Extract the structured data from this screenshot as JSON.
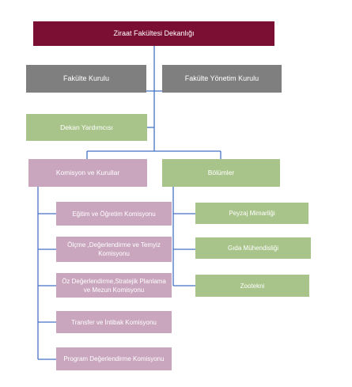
{
  "chart": {
    "dean": "Ziraat Fakültesi Dekanlığı",
    "faculty_board": "Fakülte Kurulu",
    "executive_board": "Fakülte Yönetim Kurulu",
    "vice_dean": "Dekan Yardımcısı",
    "commissions": {
      "title": "Komisyon ve Kurullar",
      "items": [
        "Eğitim ve Öğretim Komisyonu",
        "Ölçme ,Değerlendirme ve Temyiz Komisyonu",
        "Öz Değerlendirme,Stratejik Planlama ve Mezun Komisyonu",
        "Transfer ve İntibak Komisyonu",
        "Program Değerlendirme Komisyonu"
      ]
    },
    "departments": {
      "title": "Bölümler",
      "items": [
        "Peyzaj Mimarliği",
        "Gıda Mühendisliği",
        "Zootekni"
      ]
    }
  },
  "colors": {
    "dean": "#7b0e33",
    "boards": "#7f7f7f",
    "green": "#a9c48b",
    "pink": "#c9a6be",
    "connector": "#4472c4"
  }
}
